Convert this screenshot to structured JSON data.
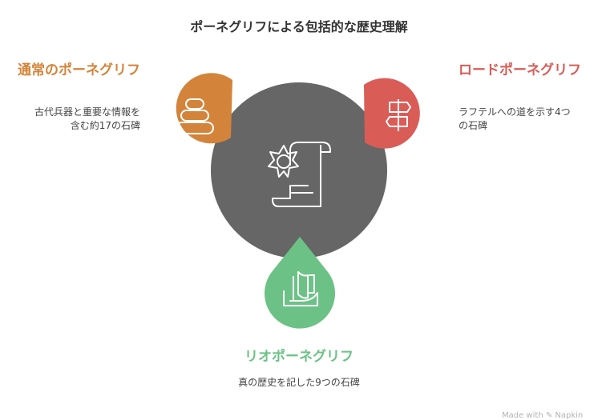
{
  "title": "ポーネグリフによる包括的な歴史理解",
  "nodes": {
    "ordinary": {
      "heading": "通常のポーネグリフ",
      "description": "古代兵器と重要な情報を含む約17の石碑",
      "color": "#d3843a",
      "icon": "stacked-stones-icon"
    },
    "road": {
      "heading": "ロードポーネグリフ",
      "description": "ラフテルへの道を示す4つの石碑",
      "color": "#d95c57",
      "icon": "signpost-icon"
    },
    "rio": {
      "heading": "リオポーネグリフ",
      "description": "真の歴史を記した9つの石碑",
      "color": "#6cc286",
      "icon": "history-book-icon"
    }
  },
  "center": {
    "icon": "scroll-with-gear-icon",
    "color": "#666666"
  },
  "footer": "Made with ✎ Napkin"
}
